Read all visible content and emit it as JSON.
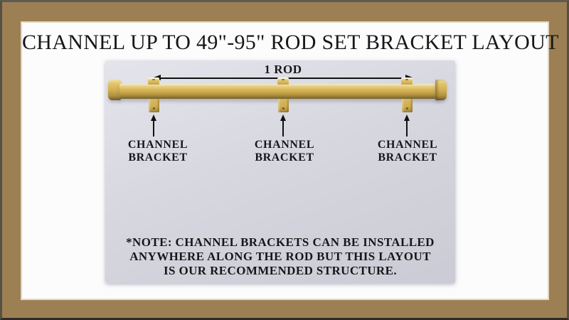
{
  "page": {
    "title": "CHANNEL UP TO 49\"-95\" ROD SET BRACKET LAYOUT"
  },
  "diagram": {
    "rod_dimension_label": "1 ROD",
    "brackets": [
      {
        "label_line1": "CHANNEL",
        "label_line2": "BRACKET"
      },
      {
        "label_line1": "CHANNEL",
        "label_line2": "BRACKET"
      },
      {
        "label_line1": "CHANNEL",
        "label_line2": "BRACKET"
      }
    ],
    "note_lines": [
      "*NOTE: CHANNEL BRACKETS CAN BE INSTALLED",
      "ANYWHERE ALONG THE ROD BUT THIS LAYOUT",
      "IS OUR RECOMMENDED STRUCTURE."
    ]
  },
  "colors": {
    "frame_brown": "#9c8053",
    "panel_light": "#e4e4eb",
    "panel_dark": "#cbcbd5",
    "gold_hi": "#f2ecd2",
    "gold_mid": "#d4b45c",
    "gold_dark": "#7d672e",
    "ink": "#17171a"
  }
}
